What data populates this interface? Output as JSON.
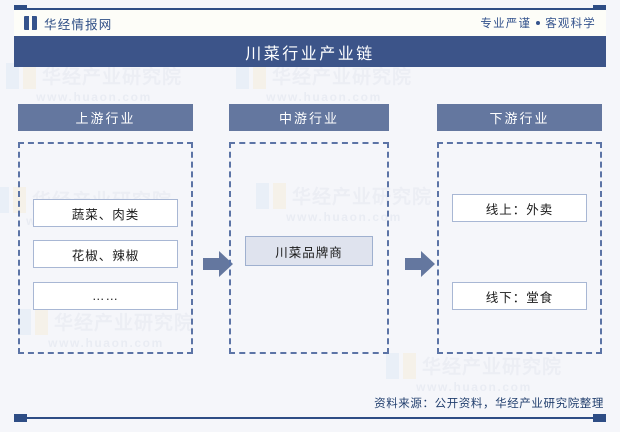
{
  "header": {
    "brand_logo_icon": "book-pages-icon",
    "brand": "华经情报网",
    "slogan_left": "专业严谨",
    "slogan_right": "客观科学",
    "slogan_separator_icon": "bullet-dot-icon"
  },
  "title": "川菜行业产业链",
  "colors": {
    "title_bar": "#3c5489",
    "column_header": "#64779f",
    "dashed_border": "#5c74a6",
    "rule": "#2e4d85",
    "node_border": "#a8b7d4",
    "node_fill": "#ffffff",
    "highlight_node_fill": "#dfe3ee",
    "page_background": "#f5f6fa",
    "arrow": "#64779f"
  },
  "watermark": {
    "name": "华经产业研究院",
    "url": "www.huaon.com"
  },
  "columns": [
    {
      "key": "upstream",
      "header": "上游行业",
      "nodes": [
        {
          "label": "蔬菜、肉类",
          "highlight": false
        },
        {
          "label": "花椒、辣椒",
          "highlight": false
        },
        {
          "label": "……",
          "highlight": false
        }
      ]
    },
    {
      "key": "midstream",
      "header": "中游行业",
      "nodes": [
        {
          "label": "川菜品牌商",
          "highlight": true
        }
      ]
    },
    {
      "key": "downstream",
      "header": "下游行业",
      "nodes": [
        {
          "label": "线上：外卖",
          "highlight": false
        },
        {
          "label": "线下：堂食",
          "highlight": false
        }
      ]
    }
  ],
  "arrows": [
    {
      "name": "arrow-upstream-to-midstream",
      "direction": "right"
    },
    {
      "name": "arrow-midstream-to-downstream",
      "direction": "right"
    }
  ],
  "source": "资料来源：公开资料，华经产业研究院整理"
}
